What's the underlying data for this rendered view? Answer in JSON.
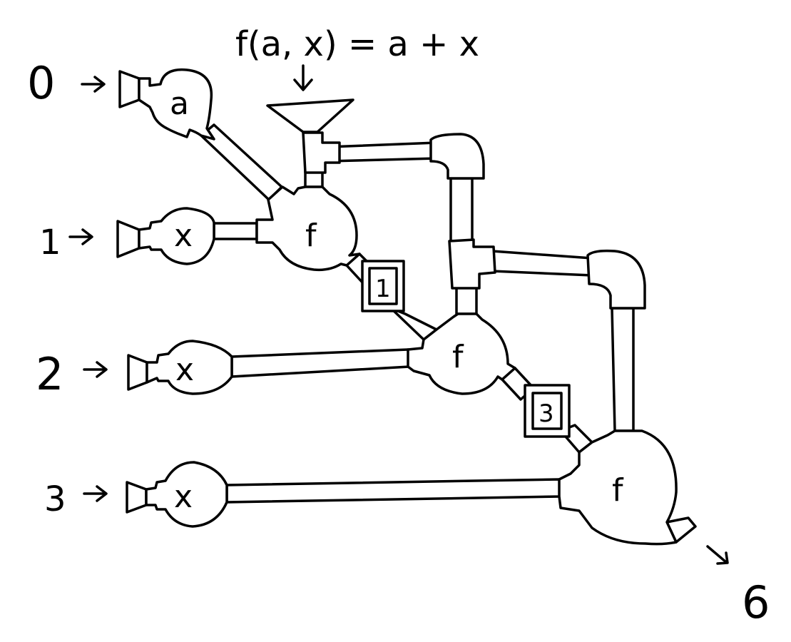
{
  "formula": "f(a, x) = a + x",
  "nodes": {
    "accumulator": "a",
    "element": "x",
    "function": "f"
  },
  "inputs": [
    {
      "label": "0",
      "role": "a"
    },
    {
      "label": "1",
      "role": "x"
    },
    {
      "label": "2",
      "role": "x"
    },
    {
      "label": "3",
      "role": "x"
    }
  ],
  "intermediate": [
    "1",
    "3"
  ],
  "output": "6",
  "arrow_glyph": "→"
}
